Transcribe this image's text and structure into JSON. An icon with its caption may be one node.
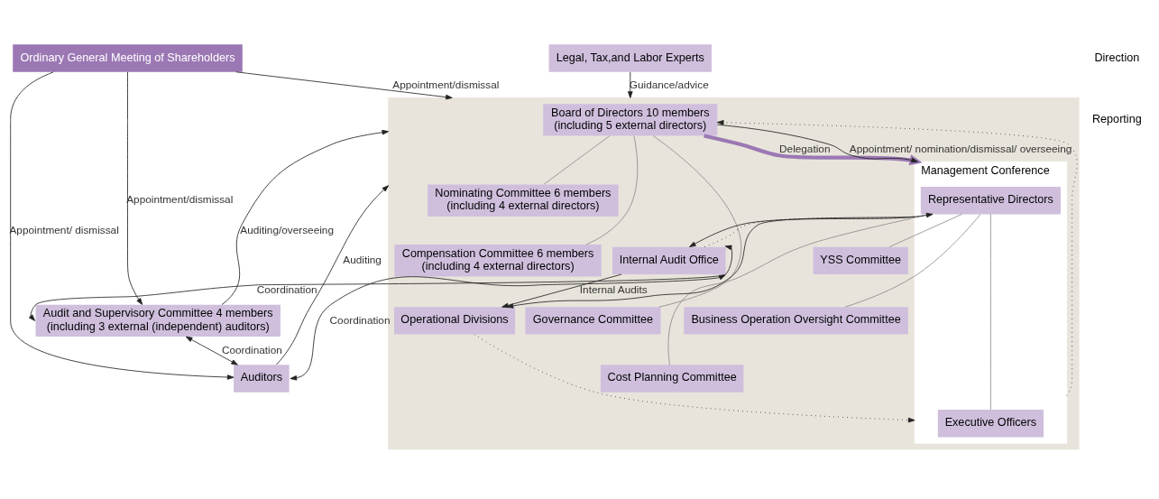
{
  "diagram": {
    "nodes": [
      {
        "text": [
          "Ordinary General Meeting of Shareholders"
        ]
      },
      {
        "text": [],
        "shape": "box"
      },
      {
        "text": [
          "Board of Directors 10 members",
          "(including 5 external directors)"
        ],
        "in": 1
      },
      {
        "text": [
          "Nominating Committee 6 members",
          "(including 4 external directors)"
        ],
        "in": 1
      },
      {
        "text": [
          "Compensation Committee 6 members",
          "(including 4 external directors)"
        ],
        "in": 1
      },
      {
        "text": [
          "Governance Committee"
        ],
        "in": 1
      },
      {
        "text": [
          "Management Conference"
        ],
        "in": 1
      },
      {
        "text": [
          "Representative Directors"
        ],
        "in": 6
      },
      {
        "text": [
          "Executive Officers"
        ],
        "in": 6
      },
      {
        "text": [
          "YSS Committee"
        ],
        "in": 1
      },
      {
        "text": [
          "Business Operation Oversight Committee"
        ],
        "in": 1
      },
      {
        "text": [
          "Cost Planning Committee"
        ],
        "in": 1
      },
      {
        "text": [
          "Internal Audit Office"
        ],
        "in": 1
      },
      {
        "text": [
          "Operational Divisions"
        ],
        "in": 1
      },
      {
        "text": [
          "Audit and Supervisory Committee 4 members",
          "(including 3 external (independent) auditors)"
        ]
      },
      {
        "text": [
          "Auditors"
        ]
      },
      {
        "text": [
          "Legal, Tax,and Labor Experts"
        ]
      }
    ],
    "edges": [
      {
        "from": 0,
        "to": 1,
        "arrow": "to",
        "label": "Appointment/dismissal"
      },
      {
        "from": 0,
        "to": 14,
        "arrow": "to",
        "label": "Appointment/dismissal"
      },
      {
        "from": 0,
        "to": 15,
        "arrow": "to",
        "label": "Appointment/ dismissal"
      },
      {
        "from": 2,
        "to": 6,
        "arrow": "to",
        "label": "Delegation",
        "style": "thick",
        "color": "#9b78b4"
      },
      {
        "from": 2,
        "to": 6,
        "arrow": "to",
        "label": "Appointment/ nomination/dismissal/ overseeing"
      },
      {
        "from": 6,
        "to": 2,
        "arrow": "to",
        "style": "dashed"
      },
      {
        "from": 2,
        "to": 3,
        "arrow": "none",
        "color": "#8c8c8c"
      },
      {
        "from": 2,
        "to": 4,
        "arrow": "none",
        "color": "#8c8c8c"
      },
      {
        "from": 2,
        "to": 5,
        "arrow": "none",
        "color": "#8c8c8c"
      },
      {
        "from": 7,
        "to": 12,
        "arrow": "to"
      },
      {
        "from": 12,
        "to": 7,
        "arrow": "to",
        "style": "dashed"
      },
      {
        "from": 7,
        "to": 9,
        "arrow": "none",
        "color": "#8c8c8c"
      },
      {
        "from": 7,
        "to": 10,
        "arrow": "none",
        "color": "#8c8c8c"
      },
      {
        "from": 7,
        "to": 11,
        "arrow": "none",
        "color": "#8c8c8c"
      },
      {
        "from": 7,
        "to": 8,
        "arrow": "none",
        "color": "#8c8c8c"
      },
      {
        "from": 6,
        "to": 13,
        "arrow": "to"
      },
      {
        "from": 13,
        "to": 6,
        "arrow": "to",
        "style": "dashed"
      },
      {
        "from": 12,
        "to": 13,
        "arrow": "to",
        "label": "Internal Audits"
      },
      {
        "from": 14,
        "to": 1,
        "arrow": "to",
        "label": "Auditing/overseeing"
      },
      {
        "from": 12,
        "to": 14,
        "arrow": "both",
        "label": "Coordination"
      },
      {
        "from": 14,
        "to": 15,
        "arrow": "both",
        "label": "Coordination"
      },
      {
        "from": 15,
        "to": 1,
        "arrow": "to",
        "label": "Auditing"
      },
      {
        "from": 15,
        "to": 12,
        "arrow": "both",
        "label": "Coordination"
      },
      {
        "from": 16,
        "to": 1,
        "arrow": "to",
        "label": "Guidance/advice"
      }
    ],
    "legend": [
      {
        "text": "Direction"
      },
      {
        "text": "Reporting"
      }
    ]
  }
}
